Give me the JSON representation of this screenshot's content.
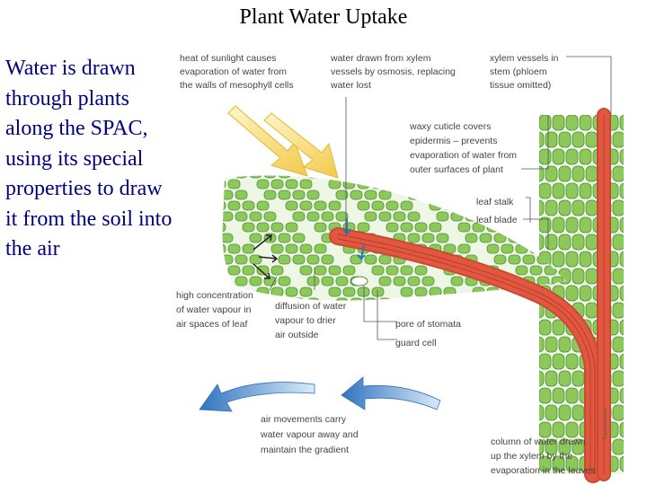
{
  "slide": {
    "title": "Plant Water Uptake",
    "body_text": "Water is drawn through plants along the SPAC, using its special properties to draw it from the soil into the air"
  },
  "diagram": {
    "labels": {
      "sunlight": [
        "heat of sunlight causes",
        "evaporation of water from",
        "the walls of mesophyll cells"
      ],
      "xylem_drawn": [
        "water drawn from xylem",
        "vessels by osmosis, replacing",
        "water lost"
      ],
      "xylem_vessels": [
        "xylem vessels in",
        "stem (phloem",
        "tissue omitted)"
      ],
      "cuticle": [
        "waxy cuticle covers",
        "epidermis – prevents",
        "evaporation of water from",
        "outer surfaces of plant"
      ],
      "leaf_stalk": "leaf stalk",
      "leaf_blade": "leaf blade",
      "vapour_conc": [
        "high concentration",
        "of water vapour in",
        "air spaces of leaf"
      ],
      "diffusion": [
        "diffusion of water",
        "vapour to drier",
        "air outside"
      ],
      "stomata": "pore of stomata",
      "guard_cell": "guard cell",
      "air_movement": [
        "air movements carry",
        "water vapour away and",
        "maintain the gradient"
      ],
      "column": [
        "column of water drawn",
        "up the xylem by the",
        "evaporation in the leaves"
      ]
    },
    "colors": {
      "cell_fill": "#8cc95a",
      "cell_stroke": "#4f8f33",
      "xylem": "#e2573f",
      "sun_arrow": "#f2cf4a",
      "air_arrow": "#3f86c9"
    }
  }
}
